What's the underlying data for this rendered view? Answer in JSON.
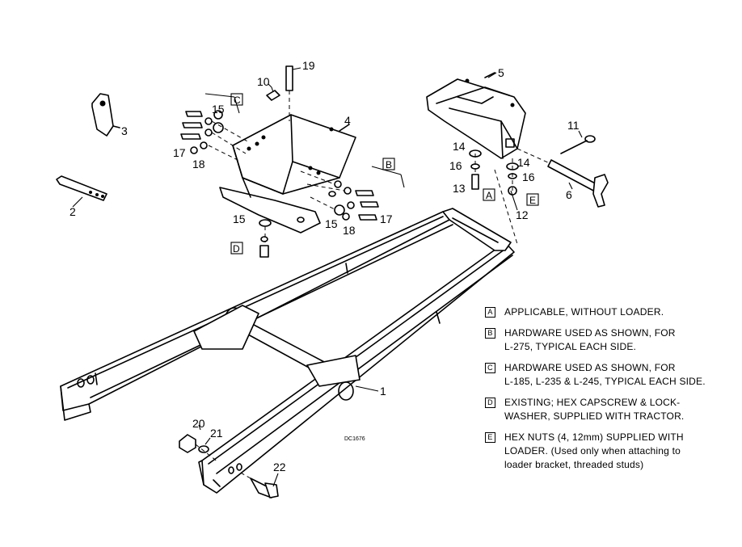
{
  "callouts": {
    "c1": "1",
    "c2": "2",
    "c3": "3",
    "c4": "4",
    "c5": "5",
    "c6": "6",
    "c10": "10",
    "c11": "11",
    "c12": "12",
    "c13": "13",
    "c14": "14",
    "c15": "15",
    "c16": "16",
    "c17": "17",
    "c18": "18",
    "c19": "19",
    "c20": "20",
    "c21": "21",
    "c22": "22"
  },
  "box_labels": {
    "A": "A",
    "B": "B",
    "C": "C",
    "D": "D",
    "E": "E"
  },
  "drawing_code": "DC1676",
  "legend": [
    {
      "key": "A",
      "text": "APPLICABLE, WITHOUT LOADER."
    },
    {
      "key": "B",
      "text": "HARDWARE USED AS SHOWN, FOR\nL-275, TYPICAL EACH SIDE."
    },
    {
      "key": "C",
      "text": "HARDWARE USED AS SHOWN, FOR\nL-185, L-235 & L-245, TYPICAL EACH SIDE."
    },
    {
      "key": "D",
      "text": "EXISTING; HEX CAPSCREW & LOCK-\nWASHER, SUPPLIED WITH TRACTOR."
    },
    {
      "key": "E",
      "text": "HEX NUTS (4, 12mm) SUPPLIED WITH\nLOADER. (Used only when attaching to\nloader bracket, threaded studs)"
    }
  ]
}
